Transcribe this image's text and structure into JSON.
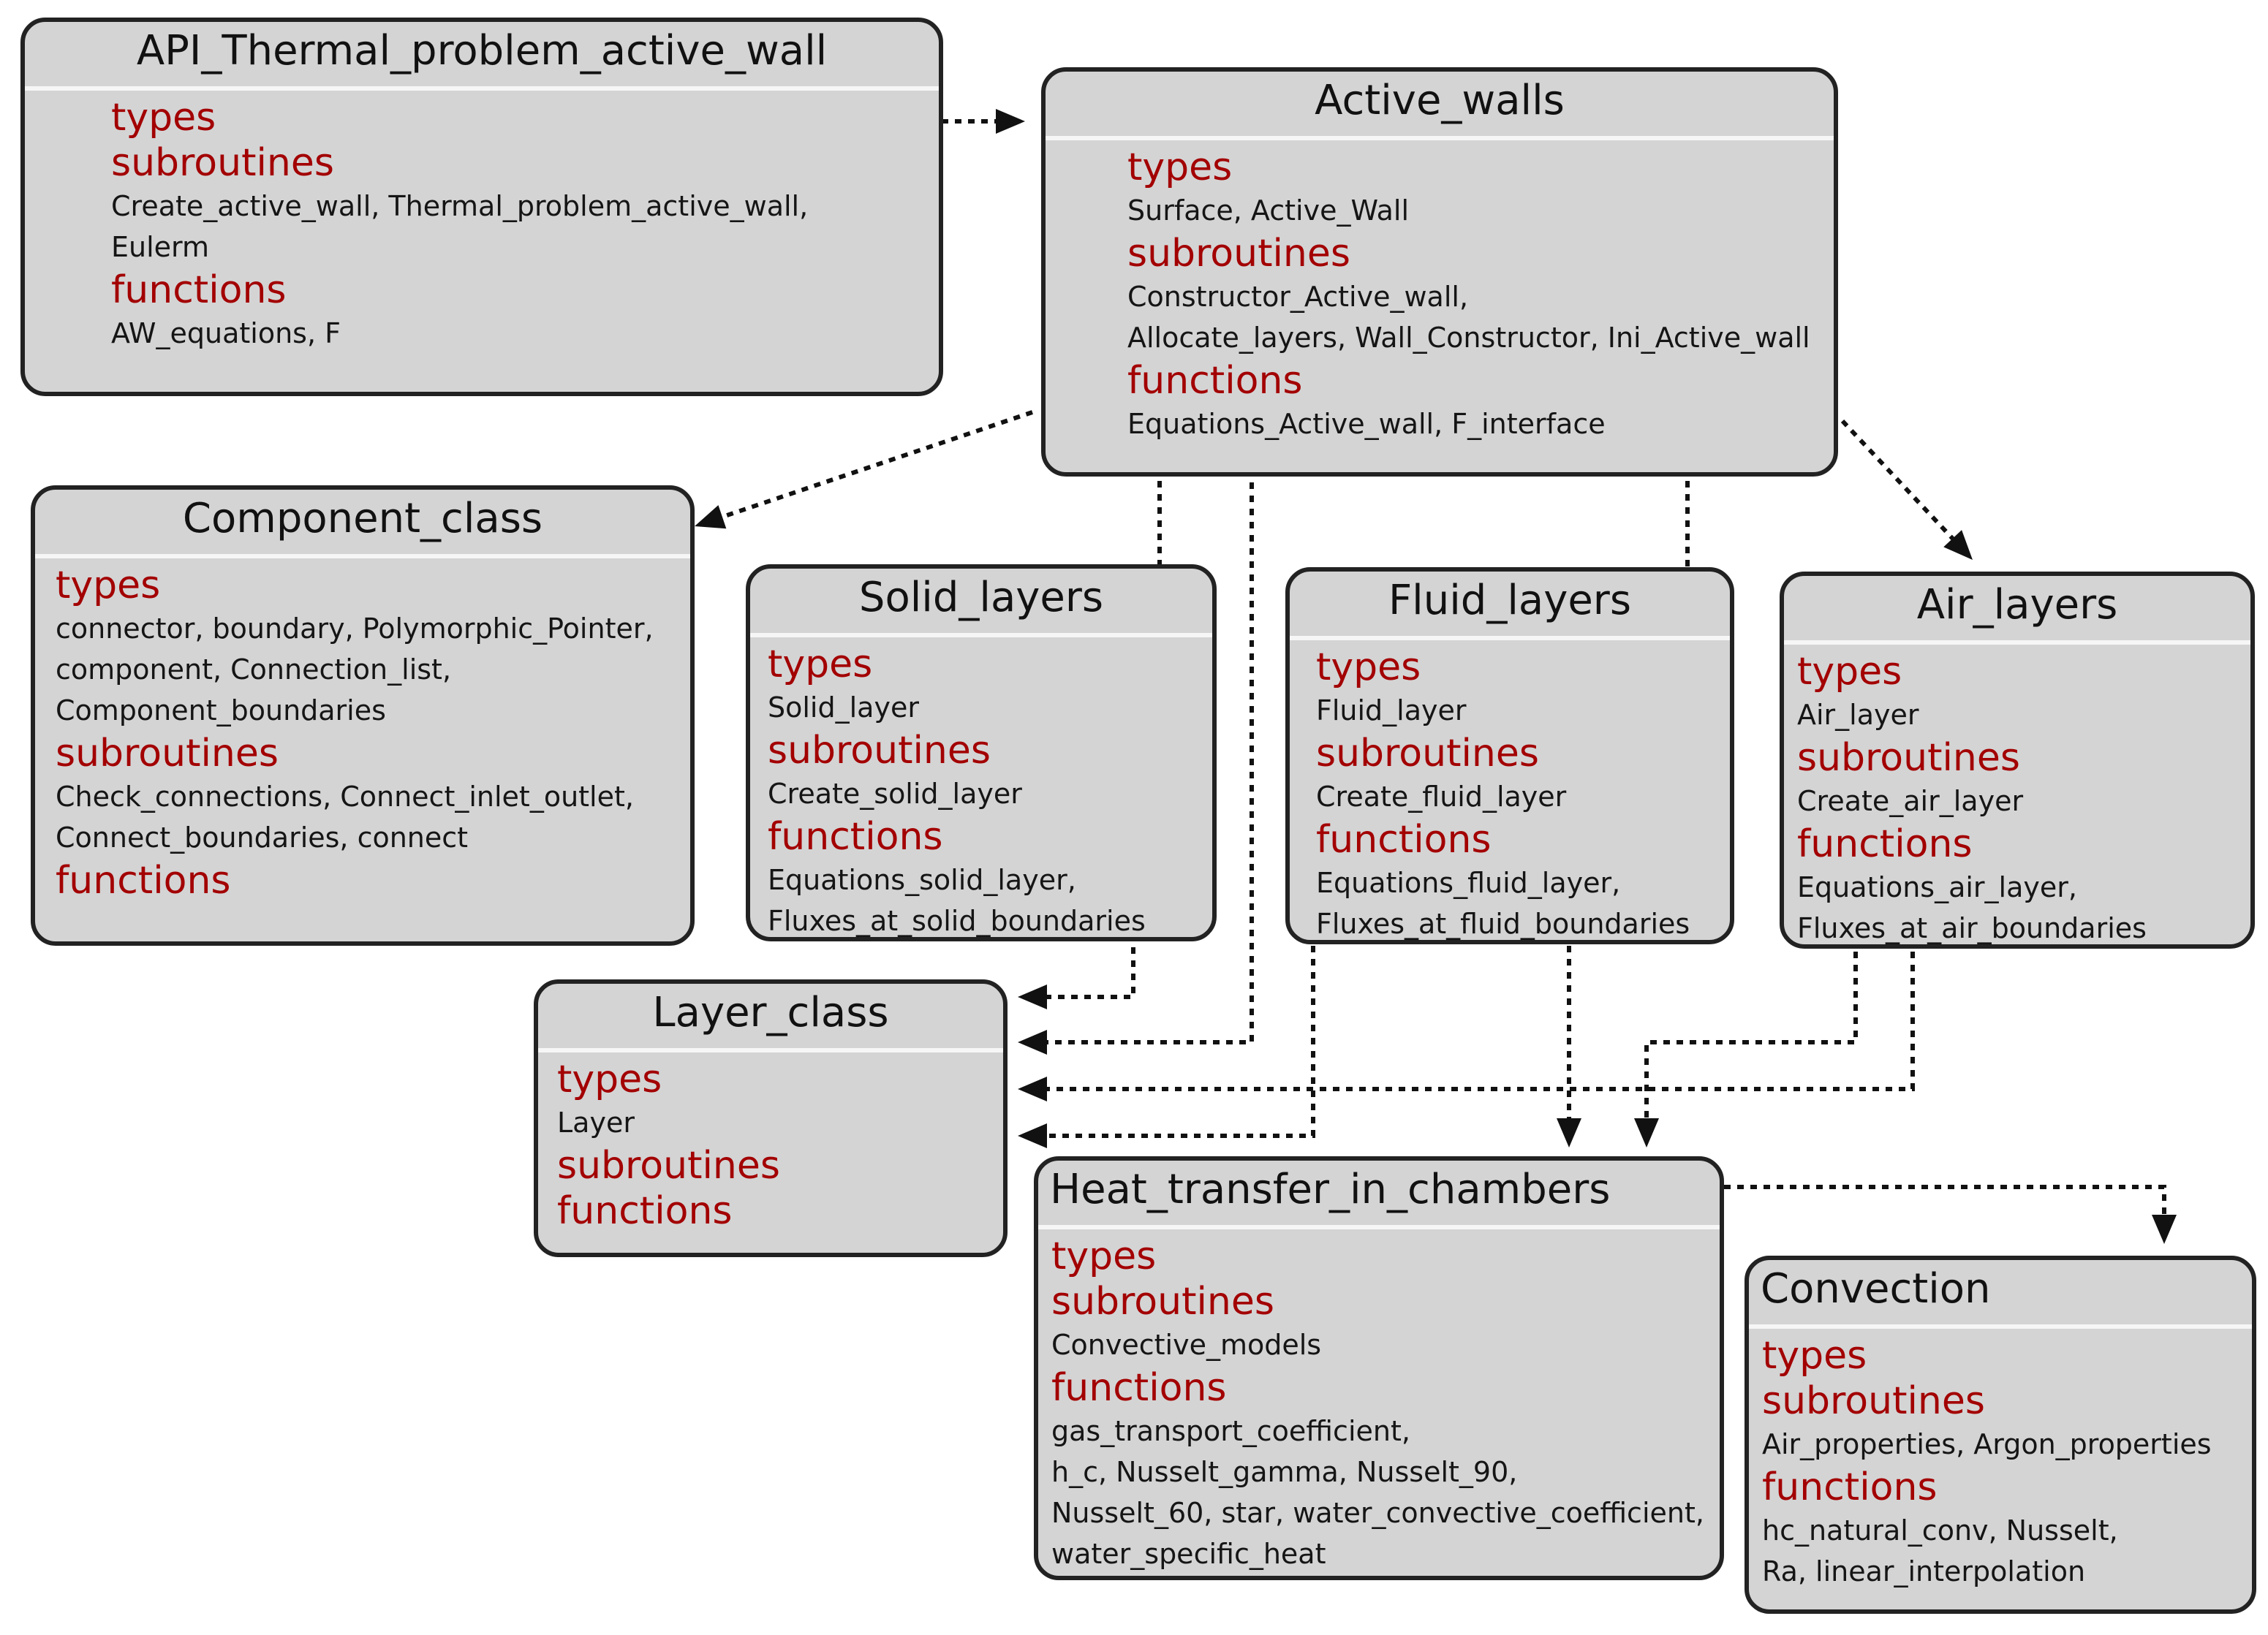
{
  "diagram": {
    "boxes": [
      {
        "id": "api",
        "title": "API_Thermal_problem_active_wall",
        "sections": [
          {
            "label": "types",
            "lines": []
          },
          {
            "label": "subroutines",
            "lines": [
              "Create_active_wall, Thermal_problem_active_wall,",
              "Eulerm"
            ]
          },
          {
            "label": "functions",
            "lines": [
              "AW_equations, F"
            ]
          }
        ]
      },
      {
        "id": "active",
        "title": "Active_walls",
        "sections": [
          {
            "label": "types",
            "lines": [
              "Surface, Active_Wall"
            ]
          },
          {
            "label": "subroutines",
            "lines": [
              "Constructor_Active_wall,",
              "Allocate_layers, Wall_Constructor, Ini_Active_wall"
            ]
          },
          {
            "label": "functions",
            "lines": [
              "Equations_Active_wall, F_interface"
            ]
          }
        ]
      },
      {
        "id": "component",
        "title": "Component_class",
        "sections": [
          {
            "label": "types",
            "lines": [
              "connector, boundary, Polymorphic_Pointer,",
              "component, Connection_list,",
              "Component_boundaries"
            ]
          },
          {
            "label": "subroutines",
            "lines": [
              "Check_connections, Connect_inlet_outlet,",
              "Connect_boundaries, connect"
            ]
          },
          {
            "label": "functions",
            "lines": []
          }
        ]
      },
      {
        "id": "solid",
        "title": "Solid_layers",
        "sections": [
          {
            "label": "types",
            "lines": [
              "Solid_layer"
            ]
          },
          {
            "label": "subroutines",
            "lines": [
              "Create_solid_layer"
            ]
          },
          {
            "label": "functions",
            "lines": [
              "Equations_solid_layer,",
              "Fluxes_at_solid_boundaries"
            ]
          }
        ]
      },
      {
        "id": "fluid",
        "title": "Fluid_layers",
        "sections": [
          {
            "label": "types",
            "lines": [
              "Fluid_layer"
            ]
          },
          {
            "label": "subroutines",
            "lines": [
              "Create_fluid_layer"
            ]
          },
          {
            "label": "functions",
            "lines": [
              "Equations_fluid_layer,",
              "Fluxes_at_fluid_boundaries"
            ]
          }
        ]
      },
      {
        "id": "air",
        "title": "Air_layers",
        "sections": [
          {
            "label": "types",
            "lines": [
              "Air_layer"
            ]
          },
          {
            "label": "subroutines",
            "lines": [
              "Create_air_layer"
            ]
          },
          {
            "label": "functions",
            "lines": [
              "Equations_air_layer,",
              "Fluxes_at_air_boundaries"
            ]
          }
        ]
      },
      {
        "id": "layer",
        "title": "Layer_class",
        "sections": [
          {
            "label": "types",
            "lines": [
              "Layer"
            ]
          },
          {
            "label": "subroutines",
            "lines": []
          },
          {
            "label": "functions",
            "lines": []
          }
        ]
      },
      {
        "id": "heat",
        "title": "Heat_transfer_in_chambers",
        "sections": [
          {
            "label": "types",
            "lines": []
          },
          {
            "label": "subroutines",
            "lines": [
              "Convective_models"
            ]
          },
          {
            "label": "functions",
            "lines": [
              "gas_transport_coefficient,",
              "h_c, Nusselt_gamma, Nusselt_90,",
              "Nusselt_60, star, water_convective_coefficient,",
              "water_specific_heat"
            ]
          }
        ]
      },
      {
        "id": "convection",
        "title": "Convection",
        "sections": [
          {
            "label": "types",
            "lines": []
          },
          {
            "label": "subroutines",
            "lines": [
              "Air_properties, Argon_properties"
            ]
          },
          {
            "label": "functions",
            "lines": [
              "hc_natural_conv, Nusselt,",
              "Ra, linear_interpolation"
            ]
          }
        ]
      }
    ],
    "edges": [
      {
        "from": "api",
        "to": "active"
      },
      {
        "from": "active",
        "to": "component"
      },
      {
        "from": "active",
        "to": "solid"
      },
      {
        "from": "active",
        "to": "layer"
      },
      {
        "from": "active",
        "to": "fluid"
      },
      {
        "from": "active",
        "to": "air"
      },
      {
        "from": "solid",
        "to": "layer"
      },
      {
        "from": "fluid",
        "to": "layer"
      },
      {
        "from": "fluid",
        "to": "heat"
      },
      {
        "from": "air",
        "to": "layer"
      },
      {
        "from": "air",
        "to": "heat"
      },
      {
        "from": "heat",
        "to": "convection"
      }
    ],
    "colors": {
      "box_fill": "#d4d4d4",
      "border": "#222222",
      "section_label": "#a30000",
      "text": "#151515",
      "separator": "#f6f6f6"
    }
  }
}
